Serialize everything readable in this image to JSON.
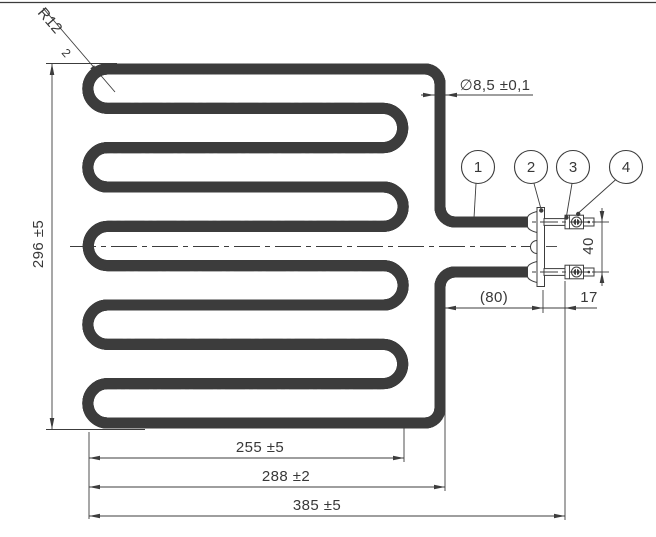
{
  "drawing": {
    "title": "tubular heating element drawing",
    "radius_callout": {
      "label": "R12",
      "qty": "2"
    },
    "diameter_dim": "∅8,5 ±0,1",
    "height_dim": "296 ±5",
    "terminal_spacing_dim": "40",
    "flange_offset_dim": "(80)",
    "terminal_length_dim": "17",
    "inner_width_dim": "255 ±5",
    "mid_width_dim": "288 ±2",
    "overall_length_dim": "385 ±5",
    "balloons": [
      {
        "number": "1"
      },
      {
        "number": "2"
      },
      {
        "number": "3"
      },
      {
        "number": "4"
      }
    ],
    "colors": {
      "line": "#3c3c3c",
      "text": "#383838",
      "background": "#ffffff"
    }
  }
}
